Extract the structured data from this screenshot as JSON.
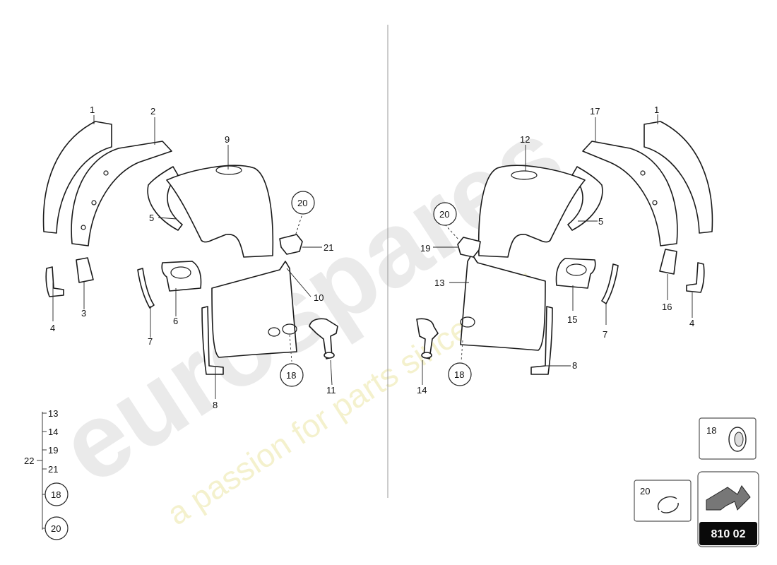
{
  "watermark": {
    "brand": "eurospares",
    "tagline": "a passion for parts since 1985"
  },
  "left_callouts": {
    "c1": "1",
    "c2": "2",
    "c9": "9",
    "c5": "5",
    "c20": "20",
    "c21": "21",
    "c4": "4",
    "c3": "3",
    "c7": "7",
    "c6": "6",
    "c10": "10",
    "c18": "18",
    "c11": "11",
    "c8": "8"
  },
  "right_callouts": {
    "c12": "12",
    "c17": "17",
    "c1": "1",
    "c20": "20",
    "c19": "19",
    "c5": "5",
    "c13": "13",
    "c15": "15",
    "c16": "16",
    "c4": "4",
    "c7": "7",
    "c8": "8",
    "c14": "14",
    "c18": "18"
  },
  "group_legend": {
    "parent": "22",
    "items": [
      "13",
      "14",
      "19",
      "21"
    ],
    "circled": [
      "18",
      "20"
    ]
  },
  "detail_boxes": {
    "box18": "18",
    "box20": "20"
  },
  "badge": {
    "code": "810 02"
  }
}
